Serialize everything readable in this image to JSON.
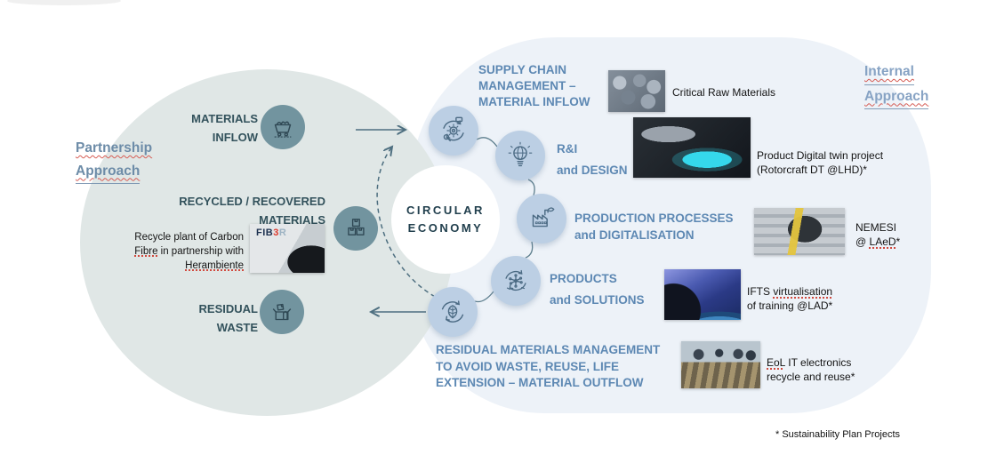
{
  "colors": {
    "accent_blue": "#5d88b3",
    "dark_teal_text": "#33525c",
    "teal_circle": "#72949f",
    "light_blue_circle": "#bccfe4",
    "right_blob": "#edf2f8",
    "left_ellipse": "#e0e7e6",
    "spellcheck_red": "#d04a3f"
  },
  "partnership": {
    "heading_line1": "Partnership",
    "heading_line2": "Approach",
    "materials_inflow_l1": "MATERIALS",
    "materials_inflow_l2": "INFLOW",
    "recycled_l1": "RECYCLED / RECOVERED",
    "recycled_l2": "MATERIALS",
    "note_l1": "Recycle plant of Carbon",
    "note_l2_u": "Fibre",
    "note_l2_rest": " in partnership with",
    "note_l3_u": "Herambiente",
    "residual_l1": "RESIDUAL",
    "residual_l2": "WASTE",
    "fib3r_p1": "FIB",
    "fib3r_p2": "3",
    "fib3r_p3": "R"
  },
  "center": {
    "line1": "CIRCULAR",
    "line2": "ECONOMY"
  },
  "internal": {
    "heading_line1": "Internal",
    "heading_line2": "Approach"
  },
  "cycle": {
    "supply": {
      "l1": "SUPPLY CHAIN",
      "l2": "MANAGEMENT –",
      "l3": "MATERIAL INFLOW"
    },
    "rni": {
      "l1": "R&I",
      "l2": "and DESIGN"
    },
    "production": {
      "l1": "PRODUCTION PROCESSES",
      "l2": "and DIGITALISATION"
    },
    "products": {
      "l1": "PRODUCTS",
      "l2": "and SOLUTIONS"
    },
    "residual": {
      "l1": "RESIDUAL MATERIALS MANAGEMENT",
      "l2": "TO AVOID WASTE, REUSE, LIFE",
      "l3": "EXTENSION – MATERIAL OUTFLOW"
    }
  },
  "projects": {
    "critical": "Critical Raw Materials",
    "digital_twin_l1": "Product Digital twin project",
    "digital_twin_l2": "(Rotorcraft DT @LHD)*",
    "nemesi_l1": "NEMESI",
    "nemesi_l2_pre": "@ ",
    "nemesi_l2_u": "LAeD",
    "nemesi_l2_post": "*",
    "ifts_l1_pre": "IFTS ",
    "ifts_l1_u": "virtualisation",
    "ifts_l2": "of training @LAD*",
    "eol_l1_u": "EoL",
    "eol_l1_rest": " IT electronics",
    "eol_l2": "recycle and reuse*"
  },
  "footnote": "* Sustainability Plan Projects"
}
